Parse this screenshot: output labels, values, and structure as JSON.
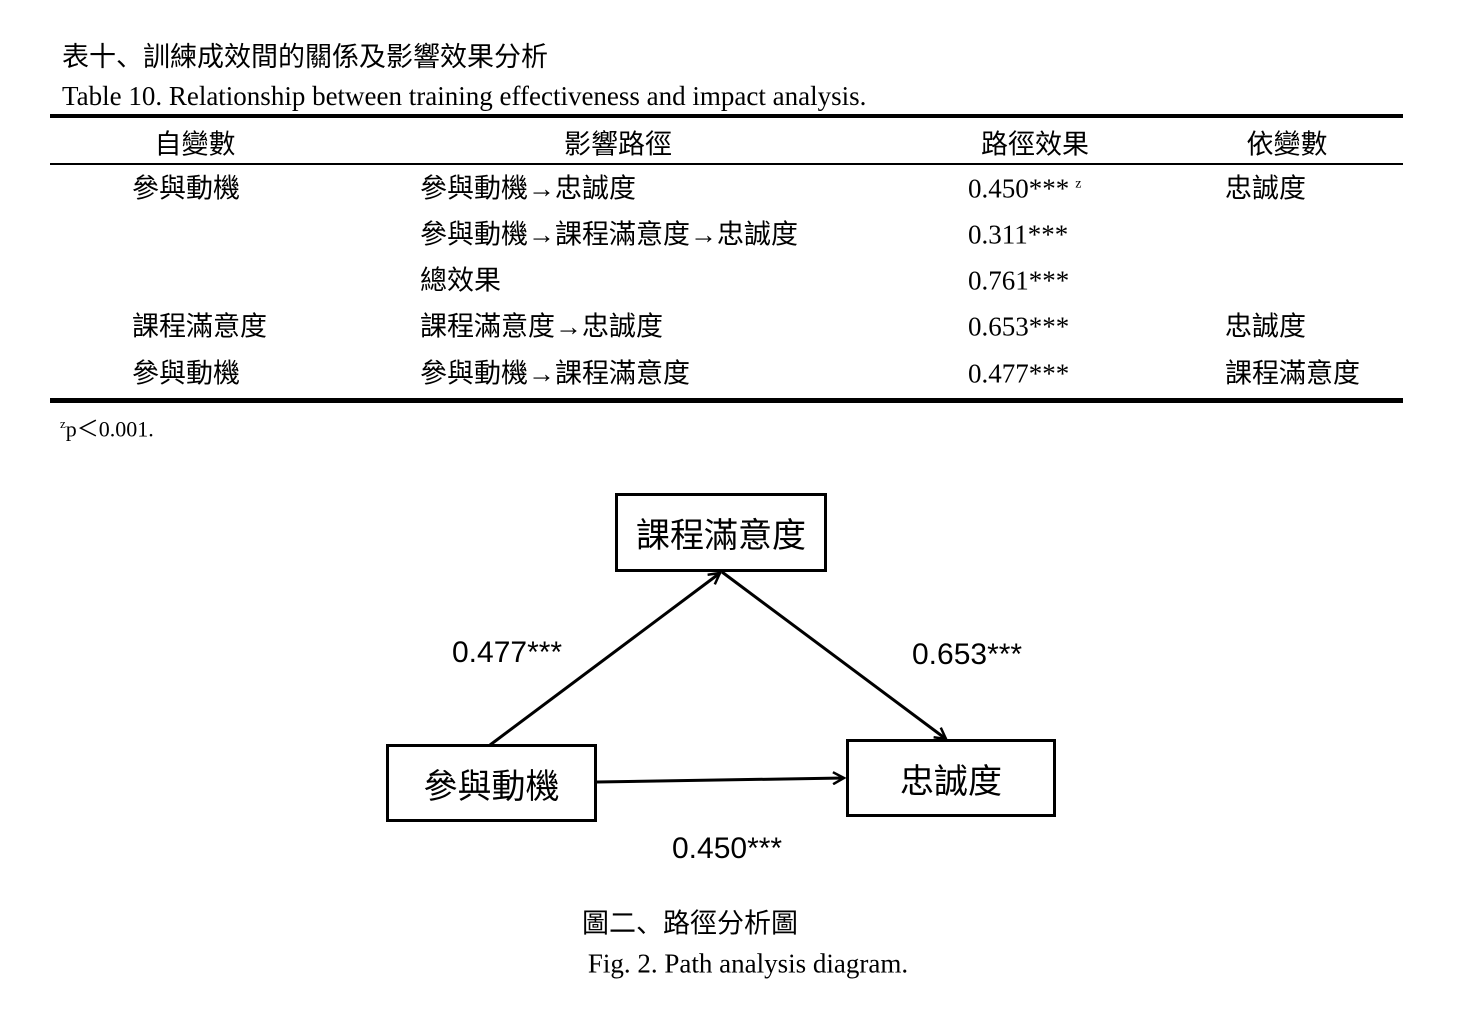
{
  "table": {
    "title_zh": "表十、訓練成效間的關係及影響效果分析",
    "title_en": "Table 10. Relationship between training effectiveness and impact analysis.",
    "headers": [
      "自變數",
      "影響路徑",
      "路徑效果",
      "依變數"
    ],
    "rows": [
      {
        "iv": "參與動機",
        "path": "參與動機→忠誠度",
        "effect": "0.450***",
        "effect_sup": "z",
        "dv": "忠誠度"
      },
      {
        "iv": "",
        "path": "參與動機→課程滿意度→忠誠度",
        "effect": "0.311***",
        "effect_sup": "",
        "dv": ""
      },
      {
        "iv": "",
        "path": "總效果",
        "effect": "0.761***",
        "effect_sup": "",
        "dv": ""
      },
      {
        "iv": "課程滿意度",
        "path": "課程滿意度→忠誠度",
        "effect": "0.653***",
        "effect_sup": "",
        "dv": "忠誠度"
      },
      {
        "iv": "參與動機",
        "path": "參與動機→課程滿意度",
        "effect": "0.477***",
        "effect_sup": "",
        "dv": "課程滿意度"
      }
    ],
    "footnote_sup": "z",
    "footnote": "p＜0.001."
  },
  "figure": {
    "nodes": {
      "mediator": "課程滿意度",
      "independent": "參與動機",
      "dependent": "忠誠度"
    },
    "paths": {
      "iv_to_med": "0.477***",
      "med_to_dv": "0.653***",
      "iv_to_dv": "0.450***"
    },
    "caption_zh": "圖二、路徑分析圖",
    "caption_en": "Fig. 2. Path analysis diagram."
  }
}
